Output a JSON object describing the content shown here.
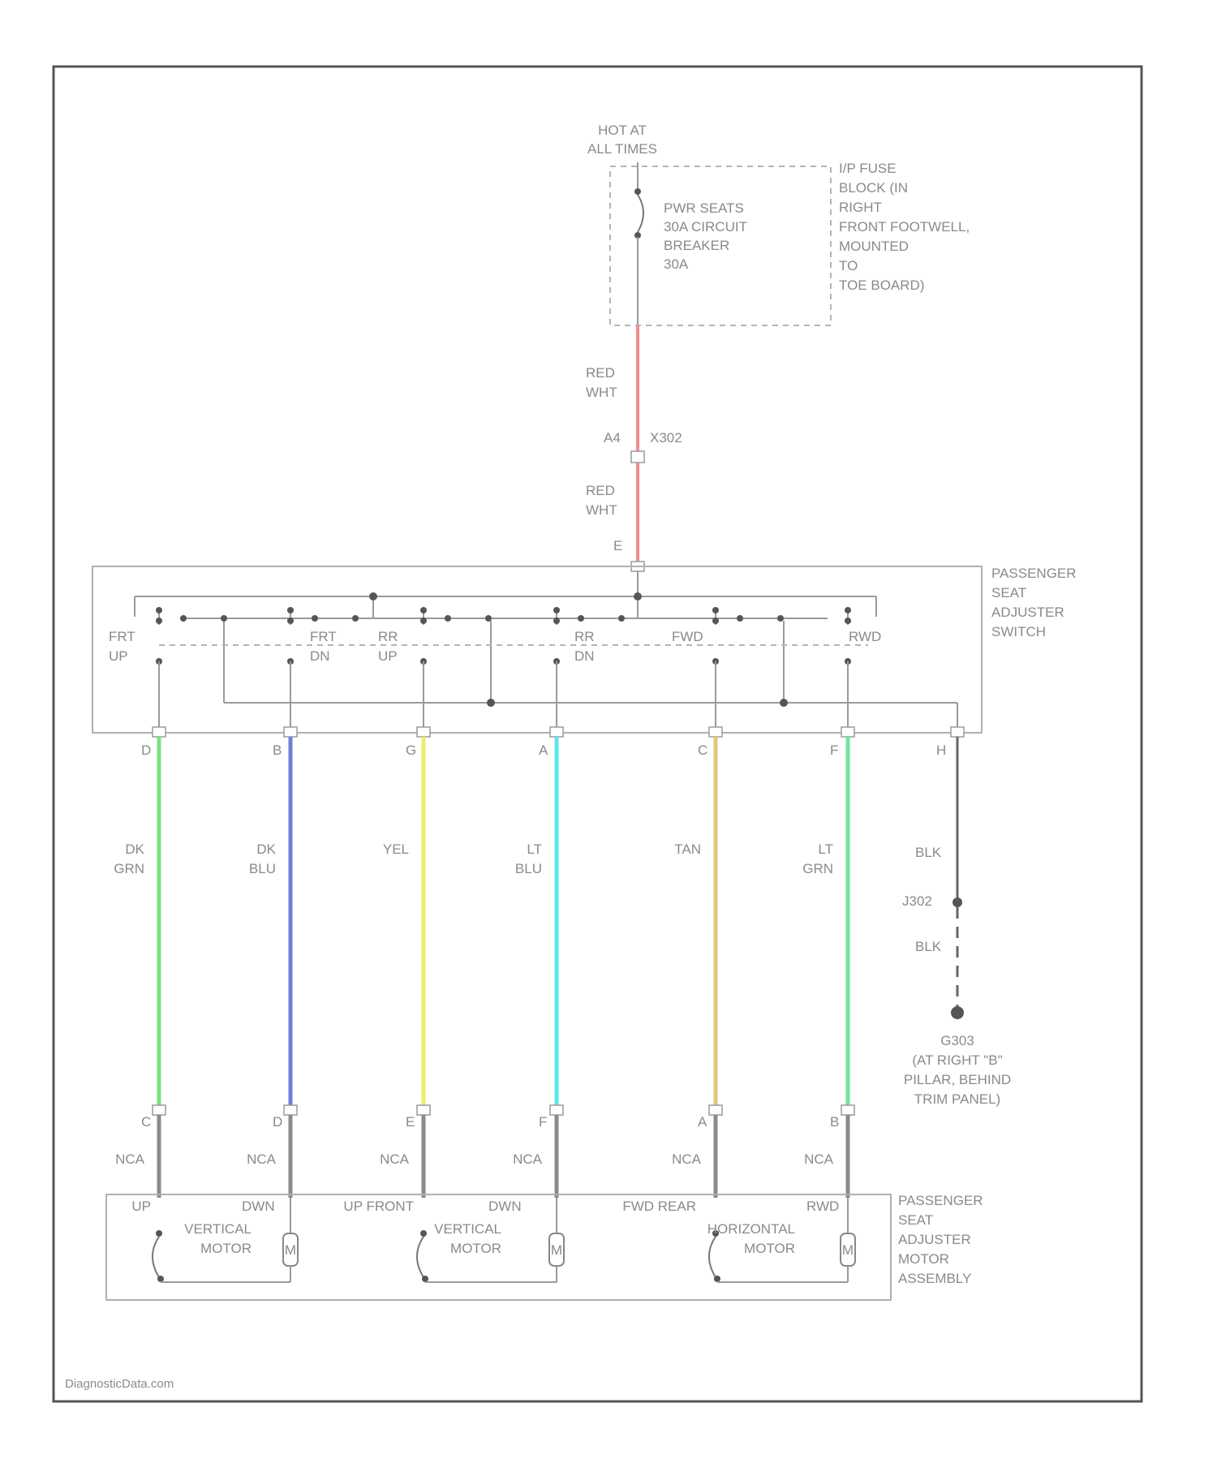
{
  "power": {
    "hot_label": [
      "HOT AT",
      "ALL TIMES"
    ],
    "breaker_label": [
      "PWR SEATS",
      "30A CIRCUIT",
      "BREAKER",
      "30A"
    ],
    "fuse_block_label": [
      "I/P FUSE",
      "BLOCK (IN",
      "RIGHT",
      "FRONT FOOTWELL,",
      "MOUNTED",
      "TO",
      "TOE BOARD)"
    ]
  },
  "feed": {
    "wire_top": [
      "RED",
      "WHT"
    ],
    "connector_pin": "A4",
    "connector_id": "X302",
    "wire_bottom": [
      "RED",
      "WHT"
    ],
    "switch_pin": "E"
  },
  "switch": {
    "label": [
      "PASSENGER",
      "SEAT",
      "ADJUSTER",
      "SWITCH"
    ],
    "positions": [
      {
        "id": "frt-up",
        "lines": [
          "FRT",
          "UP"
        ]
      },
      {
        "id": "frt-dn",
        "lines": [
          "FRT",
          "DN"
        ]
      },
      {
        "id": "rr-up",
        "lines": [
          "RR",
          "UP"
        ]
      },
      {
        "id": "rr-dn",
        "lines": [
          "RR",
          "DN"
        ]
      },
      {
        "id": "fwd",
        "lines": [
          "FWD"
        ]
      },
      {
        "id": "rwd",
        "lines": [
          "RWD"
        ]
      }
    ]
  },
  "circuits": [
    {
      "id": "dk-grn",
      "switch_pin": "D",
      "wire_label": [
        "DK",
        "GRN"
      ],
      "color": "#7ee07e",
      "motor_pin": "C",
      "motor_wire": "NCA"
    },
    {
      "id": "dk-blu",
      "switch_pin": "B",
      "wire_label": [
        "DK",
        "BLU"
      ],
      "color": "#6f7fd8",
      "motor_pin": "D",
      "motor_wire": "NCA"
    },
    {
      "id": "yel",
      "switch_pin": "G",
      "wire_label": [
        "YEL"
      ],
      "color": "#eeee6a",
      "motor_pin": "E",
      "motor_wire": "NCA"
    },
    {
      "id": "lt-blu",
      "switch_pin": "A",
      "wire_label": [
        "LT",
        "BLU"
      ],
      "color": "#5ae6ee",
      "motor_pin": "F",
      "motor_wire": "NCA"
    },
    {
      "id": "tan",
      "switch_pin": "C",
      "wire_label": [
        "TAN"
      ],
      "color": "#e0c67a",
      "motor_pin": "A",
      "motor_wire": "NCA"
    },
    {
      "id": "lt-grn",
      "switch_pin": "F",
      "wire_label": [
        "LT",
        "GRN"
      ],
      "color": "#6fe69a",
      "motor_pin": "B",
      "motor_wire": "NCA"
    }
  ],
  "ground": {
    "switch_pin": "H",
    "wire_top": "BLK",
    "splice": "J302",
    "wire_bottom": "BLK",
    "ground_label": [
      "G303",
      "(AT RIGHT \"B\"",
      "PILLAR, BEHIND",
      "TRIM PANEL)"
    ]
  },
  "motor_assembly": {
    "label": [
      "PASSENGER",
      "SEAT",
      "ADJUSTER",
      "MOTOR",
      "ASSEMBLY"
    ],
    "terminals": [
      "UP",
      "DWN",
      "UP FRONT",
      "DWN",
      "FWD REAR",
      "RWD"
    ],
    "motors": [
      {
        "id": "vertical-front",
        "lines": [
          "VERTICAL",
          "MOTOR"
        ],
        "symbol": "M"
      },
      {
        "id": "vertical-rear",
        "lines": [
          "VERTICAL",
          "MOTOR"
        ],
        "symbol": "M"
      },
      {
        "id": "horizontal",
        "lines": [
          "HORIZONTAL",
          "MOTOR"
        ],
        "symbol": "M"
      }
    ]
  },
  "colors": {
    "feed_wire": "#ef8f8f",
    "ground_wire": "#666666",
    "motor_lead": "#8a8a8a"
  },
  "watermark": "DiagnosticData.com"
}
